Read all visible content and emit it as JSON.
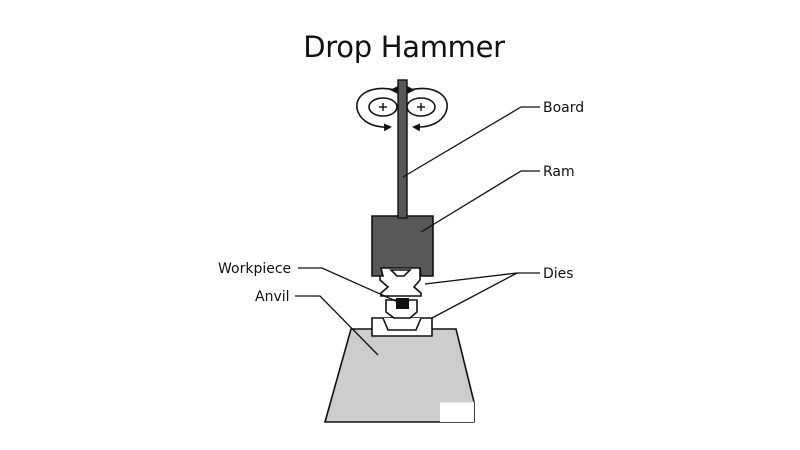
{
  "title": "Drop Hammer",
  "labels": {
    "board": "Board",
    "ram": "Ram",
    "workpiece": "Workpiece",
    "anvil": "Anvil",
    "dies": "Dies"
  },
  "colors": {
    "ram_fill": "#58585a",
    "board_fill": "#58585a",
    "anvil_fill": "#cdcdcd",
    "die_fill": "#ffffff",
    "workpiece_fill": "#111111",
    "line": "#111111"
  },
  "icons": [
    "roller-icon",
    "rotation-arrow-icon"
  ]
}
